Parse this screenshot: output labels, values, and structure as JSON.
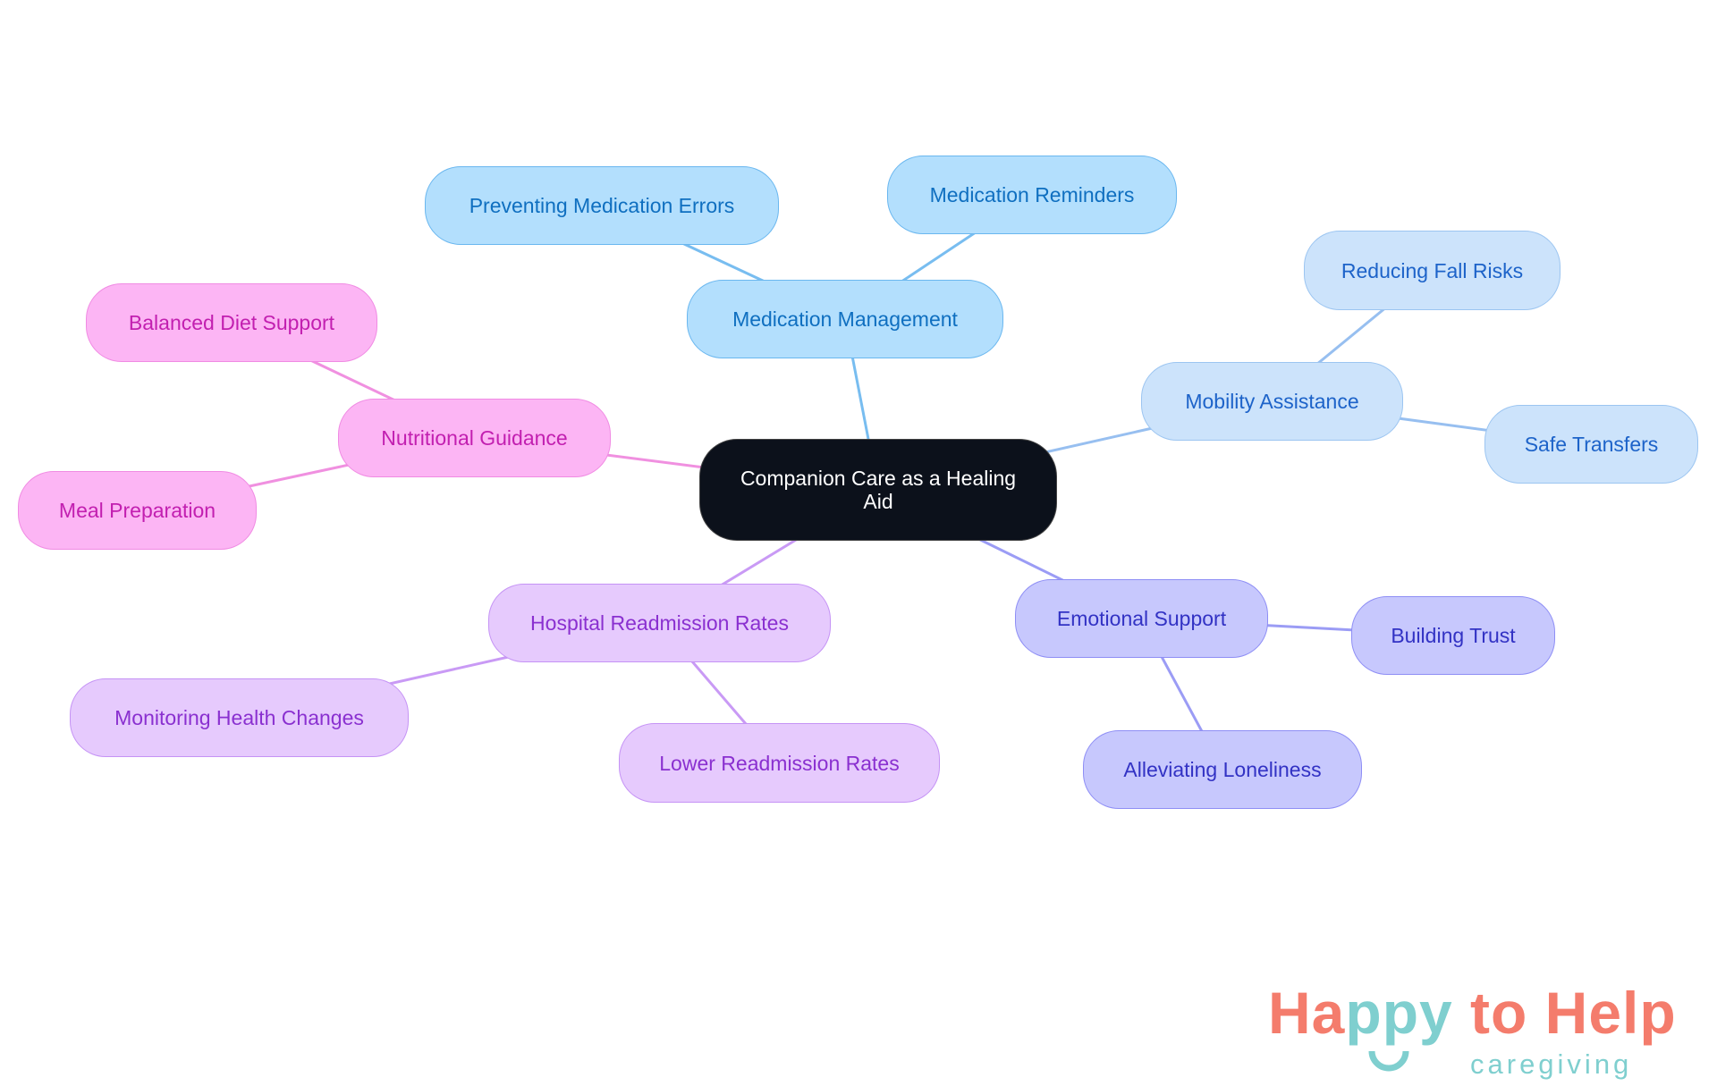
{
  "root": {
    "label": "Companion Care as a Healing Aid"
  },
  "branches": [
    {
      "label": "Medication Management",
      "color": "#78bdf0",
      "children": [
        "Preventing Medication Errors",
        "Medication Reminders"
      ]
    },
    {
      "label": "Mobility Assistance",
      "color": "#97bff0",
      "children": [
        "Reducing Fall Risks",
        "Safe Transfers"
      ]
    },
    {
      "label": "Emotional Support",
      "color": "#9b9cf5",
      "children": [
        "Building Trust",
        "Alleviating Loneliness"
      ]
    },
    {
      "label": "Hospital Readmission Rates",
      "color": "#c99af5",
      "children": [
        "Monitoring Health Changes",
        "Lower Readmission Rates"
      ]
    },
    {
      "label": "Nutritional Guidance",
      "color": "#f090e0",
      "children": [
        "Balanced Diet Support",
        "Meal Preparation"
      ]
    }
  ],
  "logo": {
    "part1": "Ha",
    "part2": "ppy",
    "part3": " to Help",
    "tagline": "caregiving",
    "colors": {
      "coral": "#f47c6c",
      "teal": "#7fcfcf"
    }
  }
}
